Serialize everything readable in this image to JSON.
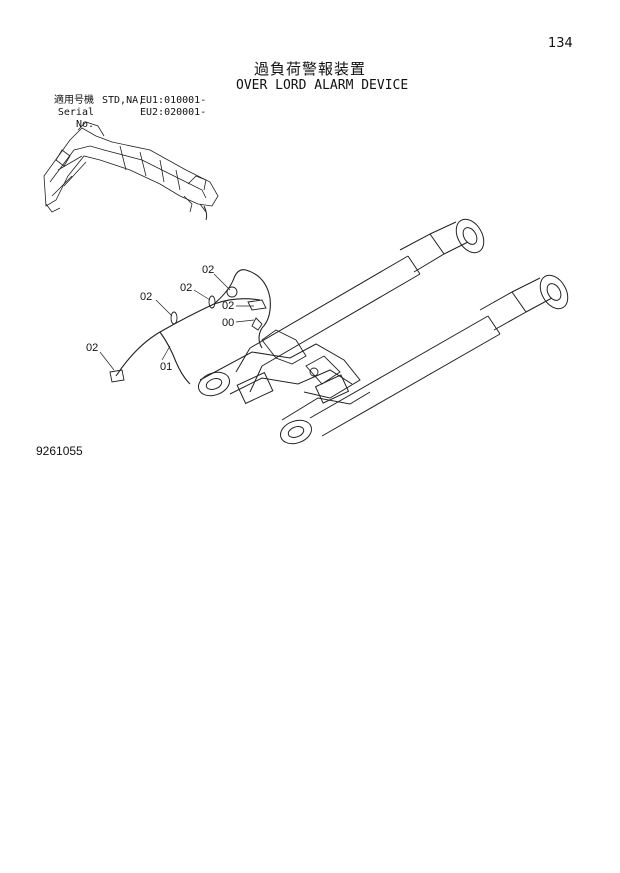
{
  "page_number": "134",
  "title_jp": "過負荷警報装置",
  "title_en": "OVER LORD ALARM DEVICE",
  "serial": {
    "label_jp": "適用号機",
    "label_en": "Serial No.",
    "models": "STD,NA,",
    "eu1": "EU1:010001-",
    "eu2": "EU2:020001-"
  },
  "callouts": [
    "02",
    "02",
    "02",
    "02",
    "00",
    "02",
    "01"
  ],
  "drawing_number": "9261055"
}
